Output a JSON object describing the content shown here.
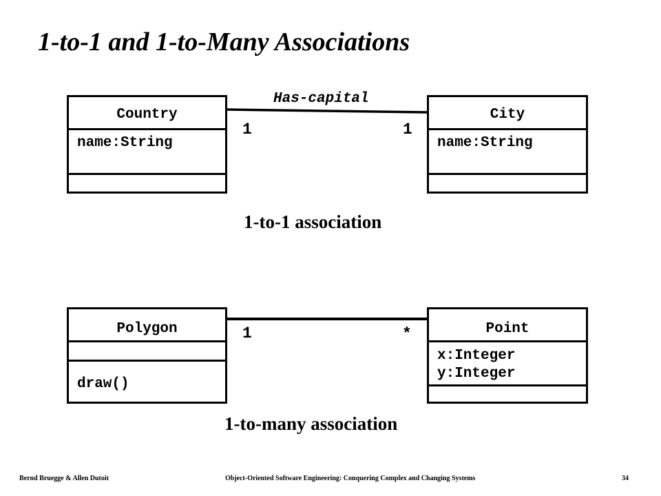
{
  "title": "1-to-1 and 1-to-Many Associations",
  "one_to_one": {
    "left_class": {
      "name": "Country",
      "attributes": [
        "name:String"
      ],
      "operations": []
    },
    "right_class": {
      "name": "City",
      "attributes": [
        "name:String"
      ],
      "operations": []
    },
    "association_name": "Has-capital",
    "left_multiplicity": "1",
    "right_multiplicity": "1",
    "caption": "1-to-1 association"
  },
  "one_to_many": {
    "left_class": {
      "name": "Polygon",
      "attributes": [],
      "operations": [
        "draw()"
      ]
    },
    "right_class": {
      "name": "Point",
      "attributes": [
        "x:Integer",
        "y:Integer"
      ],
      "operations": []
    },
    "left_multiplicity": "1",
    "right_multiplicity": "*",
    "caption": "1-to-many association"
  },
  "footer": {
    "authors": "Bernd Bruegge & Allen Dutoit",
    "book": "Object-Oriented Software Engineering: Conquering Complex and Changing Systems",
    "page": "34"
  }
}
